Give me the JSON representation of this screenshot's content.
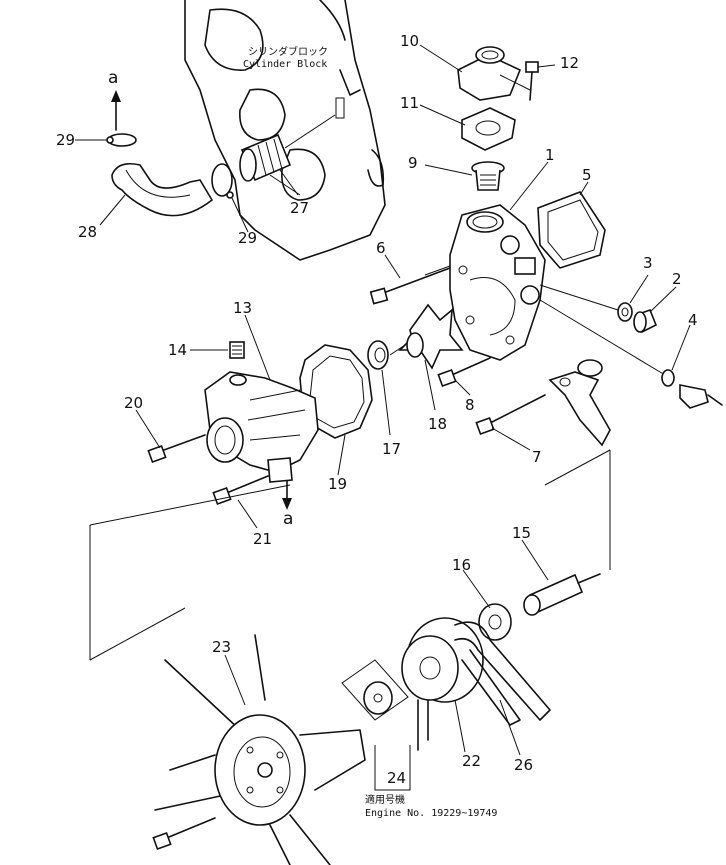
{
  "diagram": {
    "block_label_jp": "シリンダブロック",
    "block_label_en": "Cylinder Block",
    "applicability_label_jp": "適用号機",
    "applicability_label_en": "Engine No. 19229~19749",
    "reference_mark": "a",
    "part_numbers": {
      "p1": "1",
      "p2": "2",
      "p3": "3",
      "p4": "4",
      "p5": "5",
      "p6": "6",
      "p7": "7",
      "p8": "8",
      "p9": "9",
      "p10": "10",
      "p11": "11",
      "p12": "12",
      "p13": "13",
      "p14": "14",
      "p15": "15",
      "p16": "16",
      "p17": "17",
      "p18": "18",
      "p19": "19",
      "p20": "20",
      "p21": "21",
      "p22": "22",
      "p23": "23",
      "p24": "24",
      "p26": "26",
      "p27": "27",
      "p28": "28",
      "p29a": "29",
      "p29b": "29"
    }
  }
}
